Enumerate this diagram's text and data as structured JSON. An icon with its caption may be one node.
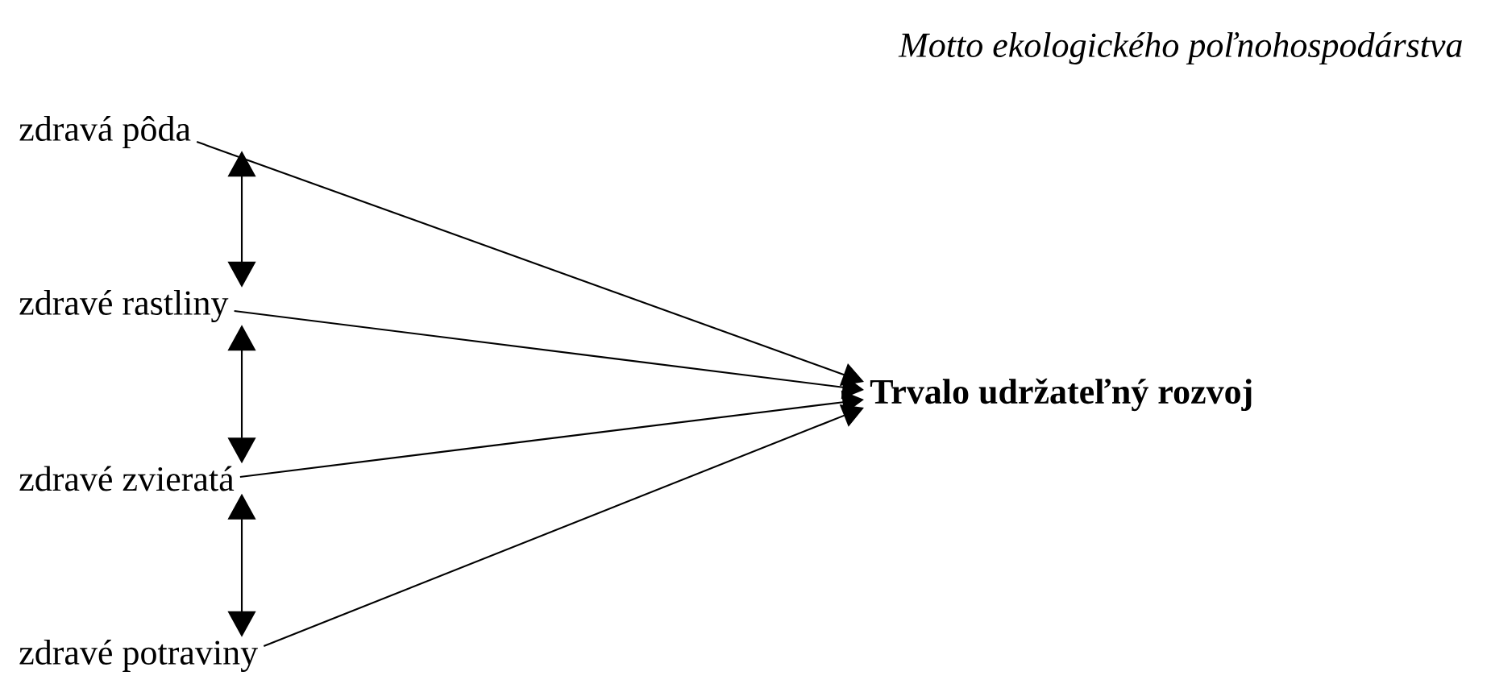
{
  "diagram": {
    "title": "Motto ekologického poľnohospodárstva",
    "nodes": [
      {
        "text": [
          "zdravá pôda"
        ]
      },
      {
        "text": [
          "zdravé rastliny"
        ]
      },
      {
        "text": [
          "zdravé zvieratá"
        ]
      },
      {
        "text": [
          "zdravé potraviny"
        ]
      },
      {
        "text": [
          "Trvalo udržateľný rozvoj"
        ]
      }
    ],
    "edges": [
      {
        "from": 0,
        "to": 1,
        "arrow": "both"
      },
      {
        "from": 1,
        "to": 2,
        "arrow": "both"
      },
      {
        "from": 2,
        "to": 3,
        "arrow": "both"
      },
      {
        "from": 0,
        "to": 4,
        "arrow": "to"
      },
      {
        "from": 1,
        "to": 4,
        "arrow": "to"
      },
      {
        "from": 2,
        "to": 4,
        "arrow": "to"
      },
      {
        "from": 3,
        "to": 4,
        "arrow": "to"
      }
    ]
  }
}
